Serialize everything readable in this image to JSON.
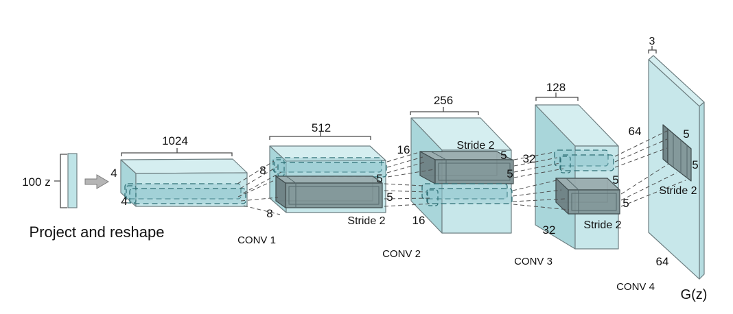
{
  "figure": {
    "input": {
      "label": "100 z",
      "caption": "Project and reshape"
    },
    "reshape": {
      "depth_label": "1024",
      "height_label": "4",
      "width_label": "4"
    },
    "conv1": {
      "name": "CONV 1",
      "depth_label": "512",
      "height_label": "8",
      "width_label": "8",
      "kernel_a": "5",
      "kernel_b": "5",
      "stride_label": "Stride 2"
    },
    "conv2": {
      "name": "CONV 2",
      "depth_label": "256",
      "height_label": "16",
      "width_label": "16",
      "kernel_a": "5",
      "kernel_b": "5",
      "stride_label": "Stride 2"
    },
    "conv3": {
      "name": "CONV 3",
      "depth_label": "128",
      "height_label": "32",
      "width_label": "32",
      "kernel_a": "5",
      "kernel_b": "5",
      "stride_label": "Stride 2"
    },
    "conv4": {
      "name": "CONV 4",
      "channels_label": "3",
      "height_label": "64",
      "width_label": "64",
      "kernel_a": "5",
      "kernel_b": "5",
      "stride_label": "Stride 2",
      "output_label": "G(z)"
    },
    "colors": {
      "teal_front": "#c7e7ea",
      "teal_top": "#d5eef0",
      "teal_left": "#a9d6da",
      "filter_gray": "#7f9295",
      "dashed_teal": "#2e6f75",
      "connector_gray": "#4d4d4d",
      "arrow_gray": "#b5b5b5",
      "text": "#111111",
      "background": "#ffffff"
    }
  }
}
